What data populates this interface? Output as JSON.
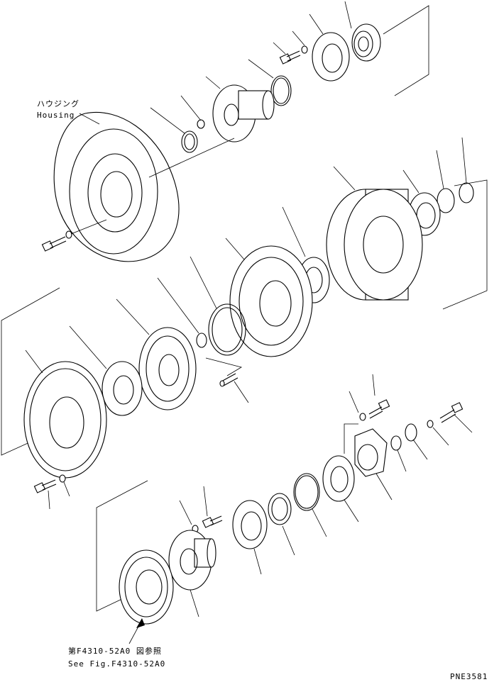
{
  "labels": {
    "housing_jp": "ハウジング",
    "housing_en": "Housing",
    "see_fig_jp": "第F4310-52A0 図参照",
    "see_fig_en": "See Fig.F4310-52A0",
    "page_code": "PNE3581"
  },
  "colors": {
    "ink": "#000000",
    "paper": "#ffffff"
  }
}
